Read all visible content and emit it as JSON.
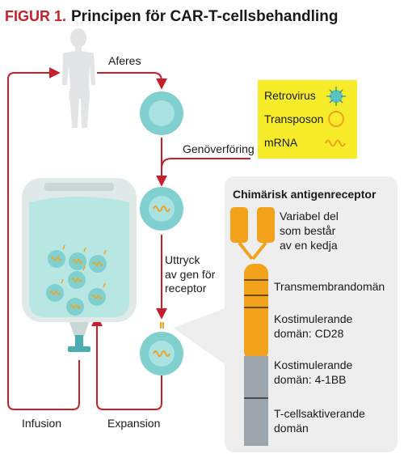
{
  "header": {
    "figure_label": "FIGUR 1.",
    "title": "Principen för CAR-T-cellsbehandling"
  },
  "steps": {
    "apheresis": "Aferes",
    "gene_transfer": "Genöverföring",
    "expression_line1": "Uttryck",
    "expression_line2": "av gen för",
    "expression_line3": "receptor",
    "infusion": "Infusion",
    "expansion": "Expansion"
  },
  "vectors": {
    "retrovirus": "Retrovirus",
    "transposon": "Transposon",
    "mrna": "mRNA"
  },
  "receptor_panel": {
    "title": "Chimärisk antigenreceptor",
    "variable_line1": "Variabel del",
    "variable_line2": "som består",
    "variable_line3": "av en kedja",
    "transmembrane": "Transmembrandomän",
    "costim1_line1": "Kostimulerande",
    "costim1_line2": "domän: CD28",
    "costim2_line1": "Kostimulerande",
    "costim2_line2": "domän: 4-1BB",
    "activating_line1": "T-cellsaktiverande",
    "activating_line2": "domän"
  },
  "colors": {
    "arrow_red": "#c8202a",
    "cell_teal": "#7fd0cf",
    "cell_core": "#a9e2e0",
    "orange": "#f2a21b",
    "grey_domain": "#9ea6ad",
    "yellow_box": "#f6ec2a",
    "bag_teal": "#b8e6e3",
    "panel_bg": "#eeeeee"
  }
}
